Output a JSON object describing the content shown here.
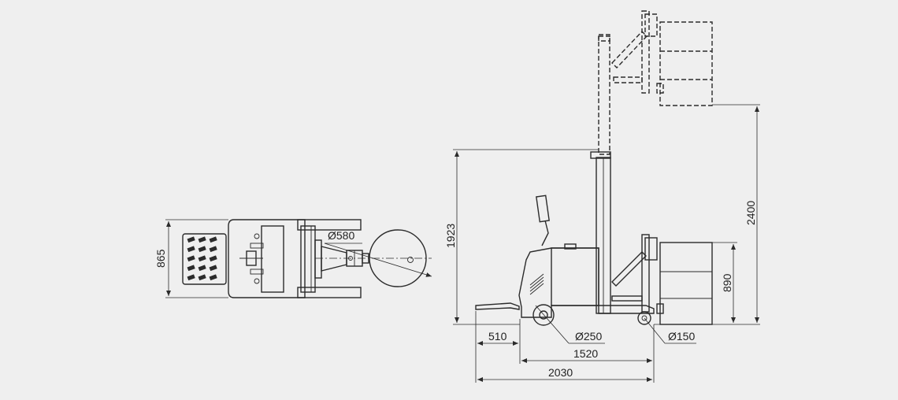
{
  "dimensions": {
    "width_top": "865",
    "drum_diameter": "Ø580",
    "lift_low": "1923",
    "lift_high": "2400",
    "drum_height": "890",
    "front_overhang": "510",
    "drive_wheel": "Ø250",
    "load_wheel": "Ø150",
    "wheelbase": "1520",
    "overall_length": "2030"
  }
}
